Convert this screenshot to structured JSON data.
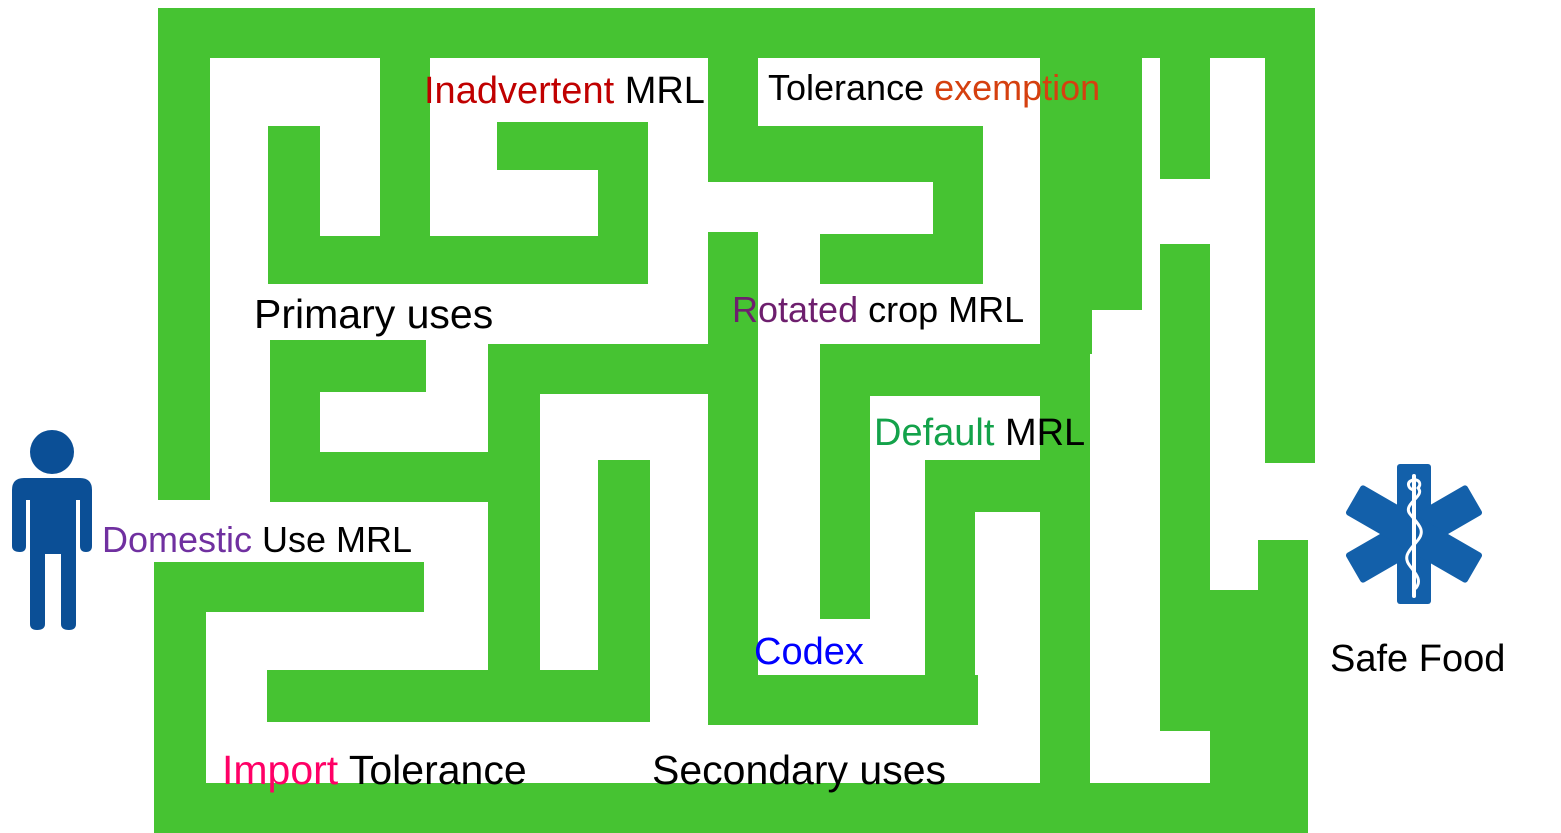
{
  "colors": {
    "maze_wall": "#46c332",
    "person_figure": "#0b4f96",
    "star_of_life": "#1360aa",
    "text_default": "#000000"
  },
  "icons": {
    "person": "person-icon",
    "goal": "star-of-life-icon"
  },
  "labels": {
    "inadvertent_mrl": {
      "highlight": "Inadvertent",
      "highlight_color": "#c00000",
      "rest": " MRL"
    },
    "tolerance_exemption": {
      "prefix": "Tolerance ",
      "highlight": "exemption",
      "highlight_color": "#d5400f"
    },
    "primary_uses": {
      "text": "Primary uses"
    },
    "rotated_crop_mrl": {
      "highlight": "Rotated",
      "highlight_color": "#6e1f6e",
      "rest": " crop MRL"
    },
    "default_mrl": {
      "highlight": "Default",
      "highlight_color": "#13a24a",
      "rest": " MRL"
    },
    "domestic_use_mrl": {
      "highlight": "Domestic",
      "highlight_color": "#7030a0",
      "rest": " Use MRL"
    },
    "codex": {
      "text": "Codex",
      "color": "#0000ff"
    },
    "safe_food": {
      "text": "Safe Food"
    },
    "import_tolerance": {
      "highlight": "Import",
      "highlight_color": "#ff0066",
      "rest": " Tolerance"
    },
    "secondary_uses": {
      "text": "Secondary uses"
    }
  }
}
